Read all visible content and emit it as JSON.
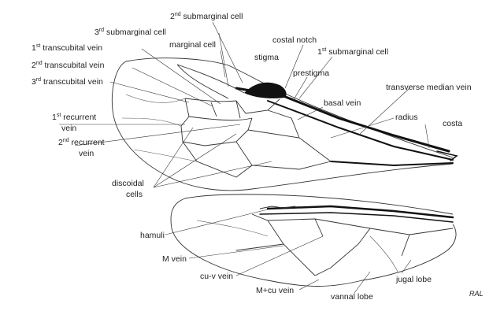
{
  "labels": {
    "sub2": {
      "pre": "2",
      "sup": "nd",
      "post": " submarginal cell"
    },
    "sub3": {
      "pre": "3",
      "sup": "rd",
      "post": " submarginal cell"
    },
    "costal_notch": "costal notch",
    "marginal_cell": "marginal cell",
    "stigma": "stigma",
    "sub1": {
      "pre": "1",
      "sup": "st",
      "post": " submarginal cell"
    },
    "trans1": {
      "pre": "1",
      "sup": "st",
      "post": " transcubital vein"
    },
    "trans2": {
      "pre": "2",
      "sup": "nd",
      "post": " transcubital vein"
    },
    "trans3": {
      "pre": "3",
      "sup": "rd",
      "post": " transcubital vein"
    },
    "prestigma": "prestigma",
    "transverse_median_vein": "transverse median vein",
    "basal_vein": "basal vein",
    "rec1_line1": {
      "pre": "1",
      "sup": "st",
      "post": " recurrent"
    },
    "rec1_line2": "vein",
    "radius": "radius",
    "costa": "costa",
    "rec2_line1": {
      "pre": "2",
      "sup": "nd",
      "post": " recurrent"
    },
    "rec2_line2": "vein",
    "discoidal_line1": "discoidal",
    "discoidal_line2": "cells",
    "hamuli": "hamuli",
    "m_vein": "M vein",
    "cuv_vein": "cu-v vein",
    "jugal_lobe": "jugal lobe",
    "mcu_vein": "M+cu vein",
    "vannal_lobe": "vannal lobe"
  },
  "signature": "RAL"
}
